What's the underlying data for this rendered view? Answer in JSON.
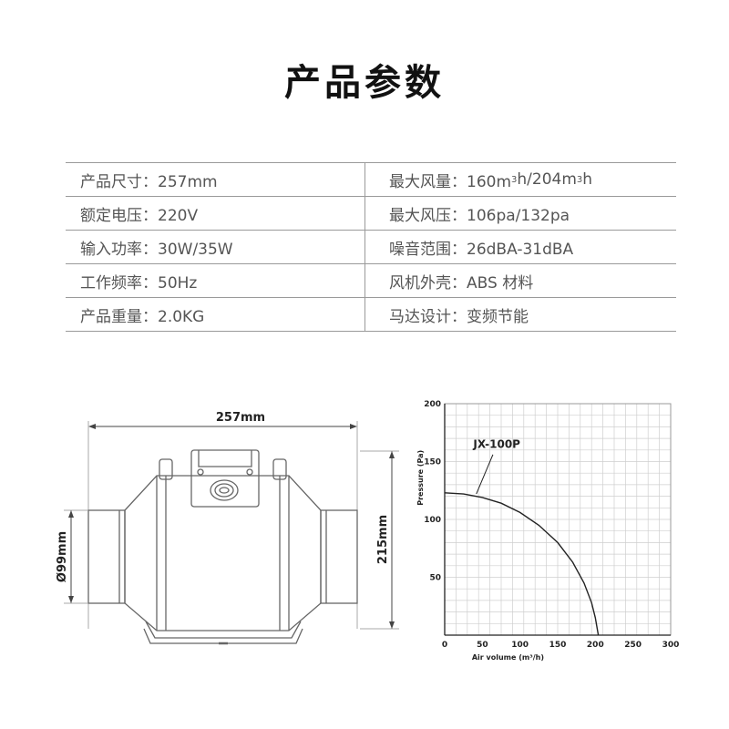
{
  "title": "产品参数",
  "specs": {
    "rows": [
      {
        "left": "产品尺寸：257mm",
        "right": {
          "prefix": "最大风量：160m",
          "mid": "h/204m",
          "end": "h",
          "sup": "3"
        }
      },
      {
        "left": "额定电压：220V",
        "right_text": "最大风压：106pa/132pa"
      },
      {
        "left": "输入功率：30W/35W",
        "right_text": "噪音范围：26dBA-31dBA"
      },
      {
        "left": "工作频率：50Hz",
        "right_text": "风机外壳：ABS 材料"
      },
      {
        "left": "产品重量：2.0KG",
        "right_text": "马达设计：变频节能"
      }
    ]
  },
  "drawing": {
    "width_label": "257mm",
    "diameter_label": "Ø99mm",
    "height_label": "215mm"
  },
  "chart_data": {
    "type": "line",
    "title": "",
    "xlabel": "Air volume  (m³/h)",
    "ylabel": "Pressure  (Pa)",
    "xlim": [
      0,
      300
    ],
    "ylim": [
      0,
      200
    ],
    "xticks": [
      0,
      50,
      100,
      150,
      200,
      250,
      300
    ],
    "yticks": [
      50,
      100,
      150,
      200
    ],
    "grid": true,
    "series": [
      {
        "name": "JX-100P",
        "x": [
          0,
          25,
          50,
          75,
          100,
          125,
          150,
          170,
          185,
          195,
          200,
          204
        ],
        "y": [
          123,
          122,
          119,
          114,
          106,
          95,
          80,
          63,
          45,
          28,
          15,
          0
        ]
      }
    ]
  }
}
